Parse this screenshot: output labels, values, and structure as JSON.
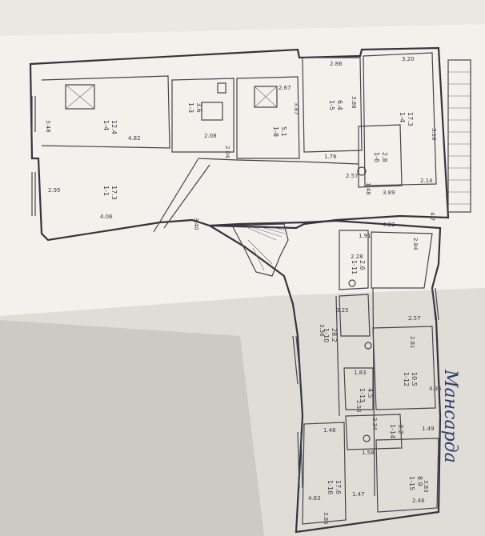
{
  "plan": {
    "title": "Мансарда",
    "colors": {
      "paper": "#f3f1ec",
      "shadow": "#b9b6b0",
      "ink": "#34343e",
      "title_ink": "#2c3e6e"
    },
    "upper_rooms": [
      {
        "id": "u1",
        "dims": [
          "3.20",
          "3.16",
          "2.14"
        ],
        "area": "17.3",
        "label": "1-4"
      },
      {
        "id": "u2",
        "dims": [
          "2.86",
          "3.88",
          "1.76"
        ],
        "area": "6.4",
        "label": "1-5"
      },
      {
        "id": "u3",
        "dims": [
          "2.67",
          "3.87"
        ],
        "area": "5.1",
        "label": "1-8"
      },
      {
        "id": "u4",
        "dims": [
          "4.82",
          "3.48"
        ],
        "area": "12.4",
        "label": "1-4"
      },
      {
        "id": "u5",
        "dims": [
          "2.08",
          "2.04"
        ],
        "area": "3.6",
        "label": "1-3"
      },
      {
        "id": "u6",
        "dims": [
          "4.06",
          "3.40",
          "2.95"
        ],
        "area": "17.3",
        "label": "1-1"
      },
      {
        "id": "u7",
        "dims": [
          "2.57",
          "1.48",
          "3.89"
        ],
        "area": "2.8",
        "label": "1-6"
      },
      {
        "id": "u8",
        "dims": [
          "4.22",
          "4.7"
        ],
        "area": "",
        "label": ""
      }
    ],
    "lower_rooms": [
      {
        "id": "l1",
        "dims": [
          "1.91",
          "2.84",
          "2.28"
        ],
        "area": "2.6",
        "label": "1-11"
      },
      {
        "id": "l2",
        "dims": [
          "3.25",
          "3.36"
        ],
        "area": "28.2",
        "label": "1-10"
      },
      {
        "id": "l3",
        "dims": [
          "2.57",
          "2.81",
          "4.36"
        ],
        "area": "10.5",
        "label": "1-12"
      },
      {
        "id": "l4",
        "dims": [
          "1.83",
          "2.56"
        ],
        "area": "4.5",
        "label": "1-13"
      },
      {
        "id": "l5",
        "dims": [
          "1.46",
          "2.34",
          "1.49"
        ],
        "area": "3.2",
        "label": "1-14"
      },
      {
        "id": "l6",
        "dims": [
          "1.58",
          "3.83",
          "2.46"
        ],
        "area": "8.9",
        "label": "1-15"
      },
      {
        "id": "l7",
        "dims": [
          "4.63",
          "3.85",
          "1.47"
        ],
        "area": "17.6",
        "label": "1-16"
      }
    ]
  }
}
